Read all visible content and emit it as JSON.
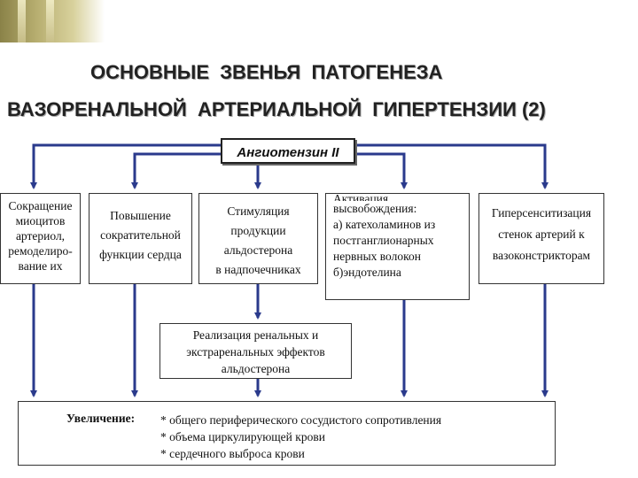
{
  "title": {
    "line1": "ОСНОВНЫЕ  ЗВЕНЬЯ  ПАТОГЕНЕЗА",
    "line2": "ВАЗОРЕНАЛЬНОЙ  АРТЕРИАЛЬНОЙ  ГИПЕРТЕНЗИИ (2)"
  },
  "top_node": "Ангиотензин II",
  "effects": [
    [
      "Сокращение",
      "миоцитов",
      "артериол,",
      "ремоделиро-",
      "вание их"
    ],
    [
      "Повышение",
      "сократительной",
      "функции сердца"
    ],
    [
      "Стимуляция",
      "продукции",
      "альдостерона",
      "в надпочечниках"
    ],
    [
      "Активация",
      "высвобождения:",
      "а) катехоламинов из",
      "постганглионарных",
      "нервных волокон",
      "б)эндотелина"
    ],
    [
      "Гиперсенситизация",
      "стенок артерий к",
      "вазоконстрикторам"
    ]
  ],
  "renal_box": [
    "Реализация ренальных и",
    "экстраренальных эффектов",
    "альдостерона"
  ],
  "outcome": {
    "label": "Увеличение:",
    "items": [
      "* общего периферического сосудистого сопротивления",
      "* объема циркулирующей крови",
      "* сердечного выброса крови"
    ]
  },
  "colors": {
    "arrow": "#2a3a8c",
    "border": "#333333"
  }
}
